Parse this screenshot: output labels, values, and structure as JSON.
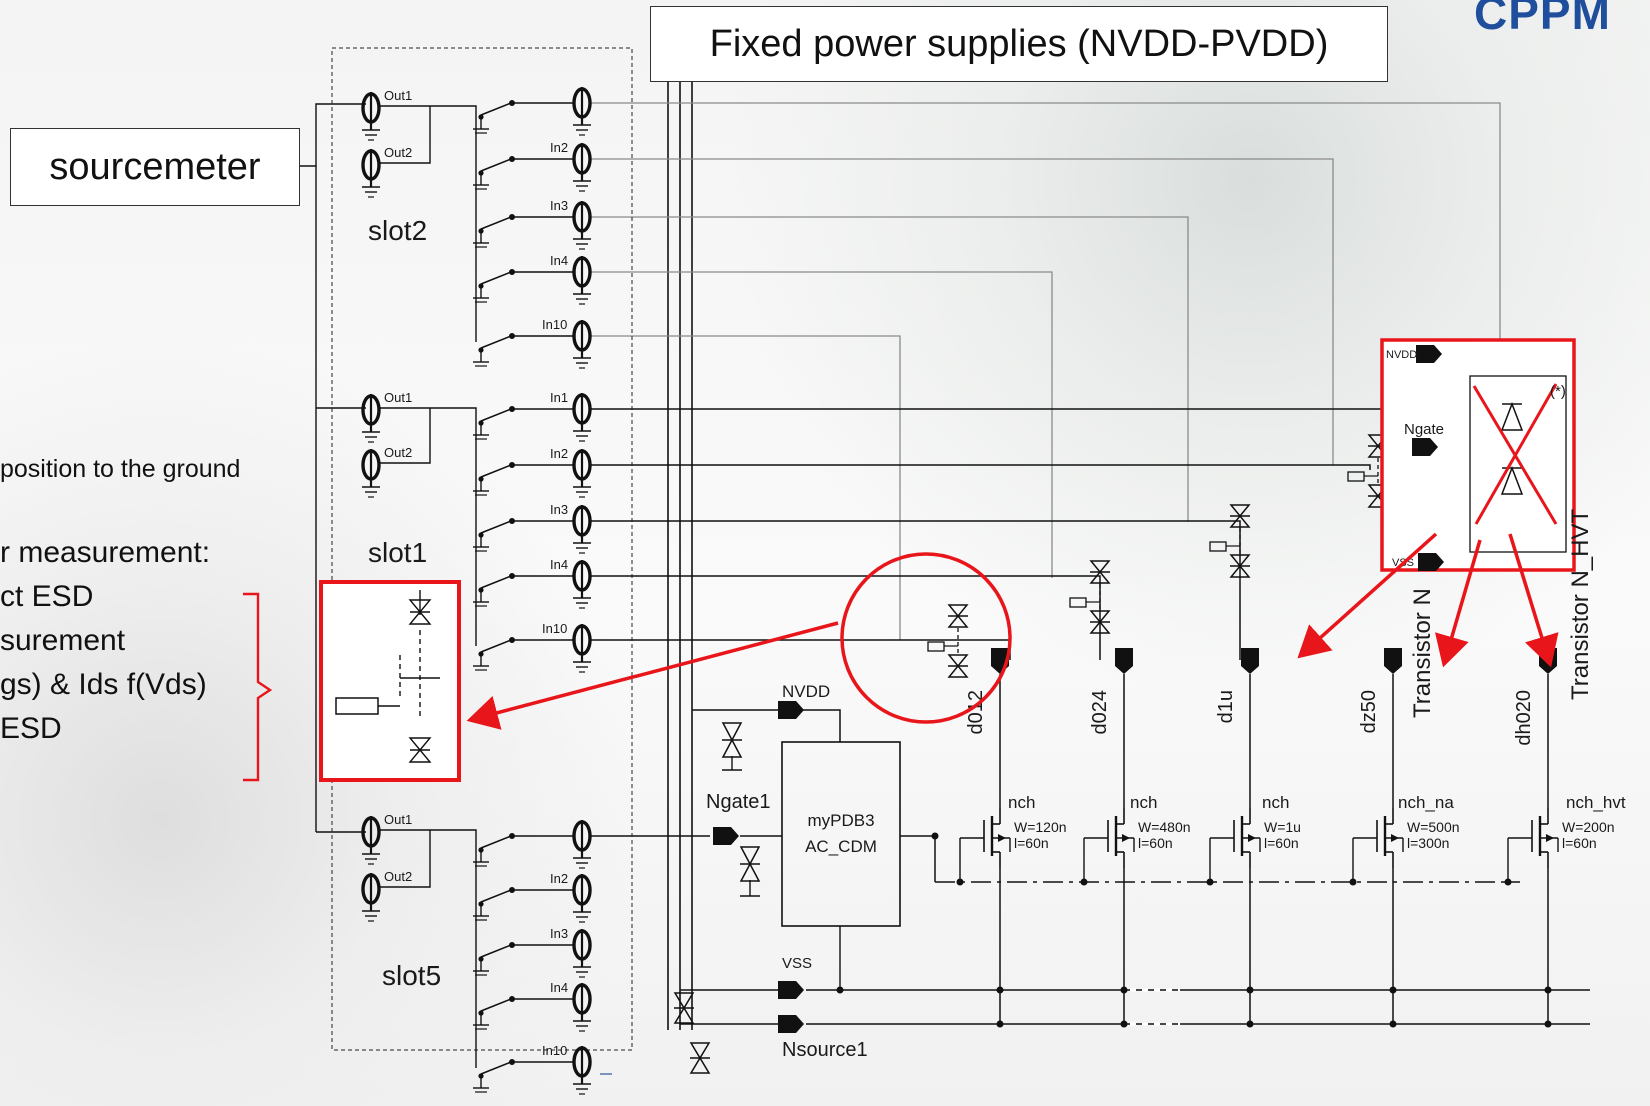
{
  "logo": "CPPM",
  "title_box": "Fixed power supplies (NVDD-PVDD)",
  "sourcemeter": "sourcemeter",
  "side_notes": [
    "position to the ground",
    "r measurement:",
    "ct ESD",
    "surement",
    "gs) & Ids f(Vds)",
    "ESD"
  ],
  "slots": [
    {
      "name": "slot2",
      "outs": [
        "Out1",
        "Out2"
      ],
      "ins": [
        "",
        "In2",
        "In3",
        "In4",
        "In10"
      ]
    },
    {
      "name": "slot1",
      "outs": [
        "Out1",
        "Out2"
      ],
      "ins": [
        "In1",
        "In2",
        "In3",
        "In4",
        "In10"
      ]
    },
    {
      "name": "slot5",
      "outs": [
        "Out1",
        "Out2"
      ],
      "ins": [
        "",
        "In2",
        "In3",
        "In4",
        "In10"
      ]
    }
  ],
  "pins": {
    "nvdd": "NVDD",
    "ngate1": "Ngate1",
    "vss": "VSS",
    "nsource1": "Nsource1"
  },
  "block": {
    "line1": "myPDB3",
    "line2": "AC_CDM"
  },
  "esd_block": {
    "nvdd": "NVDD",
    "ngate": "Ngate",
    "vss": "VSS",
    "note": "(*)"
  },
  "transistor_labels": [
    "Transistor N",
    "Transistor N_HVT"
  ],
  "transistors": [
    {
      "pin": "d012",
      "type": "nch",
      "w": "W=120n",
      "l": "l=60n"
    },
    {
      "pin": "d024",
      "type": "nch",
      "w": "W=480n",
      "l": "l=60n"
    },
    {
      "pin": "d1u",
      "type": "nch",
      "w": "W=1u",
      "l": "l=60n"
    },
    {
      "pin": "dz50",
      "type": "nch_na",
      "w": "W=500n",
      "l": "l=300n"
    },
    {
      "pin": "dh020",
      "type": "nch_hvt",
      "w": "W=200n",
      "l": "l=60n"
    }
  ],
  "colors": {
    "highlight": "#e8161b",
    "wire": "#111111",
    "grey_wire": "#8a8a8a",
    "logo": "#1f4e9c"
  }
}
